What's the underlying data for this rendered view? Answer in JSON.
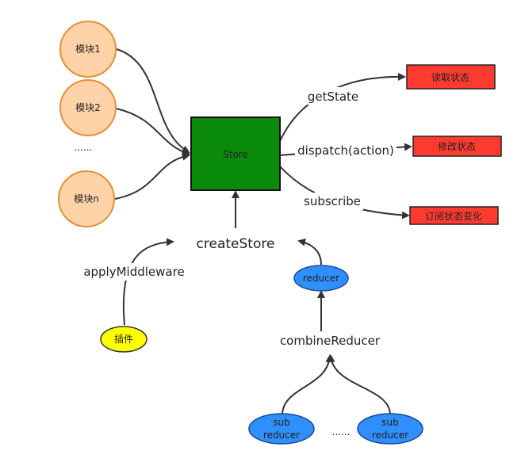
{
  "modules": {
    "m1": "模块1",
    "m2": "模块2",
    "ellipsis": "......",
    "mn": "模块n"
  },
  "store": {
    "label": "Store",
    "color": "#0a8a0a"
  },
  "apis": {
    "get_state": "getState",
    "dispatch": "dispatch(action)",
    "subscribe": "subscribe"
  },
  "outputs": {
    "read_state": "读取状态",
    "modify_state": "修改状态",
    "subscribe_change": "订阅状态变化",
    "color": "#ff3b30"
  },
  "create_store": "createStore",
  "apply_middleware": "applyMiddleware",
  "plugin": {
    "label": "插件",
    "color": "#ffff00"
  },
  "reducer": {
    "label": "reducer",
    "color": "#2f8fff"
  },
  "combine_reducer": "combineReducer",
  "sub_reducers": {
    "first_line1": "sub",
    "first_line2": "reducer",
    "ellipsis": "......",
    "last_line1": "sub",
    "last_line2": "reducer"
  },
  "module_color": "#ffd2a8"
}
